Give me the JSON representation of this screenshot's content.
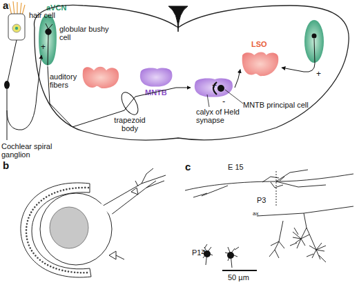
{
  "diagram": {
    "nodes": [
      {
        "text": [
          "aVCN"
        ]
      },
      {
        "text": [
          "MNTB"
        ]
      },
      {
        "text": [
          "LSO"
        ]
      },
      {
        "text": [
          "calyx of Held synapse"
        ]
      }
    ],
    "edges": [
      {
        "from": 0,
        "to": 3,
        "arrow": "to"
      },
      {
        "from": 3,
        "to": 2,
        "arrow": "to"
      }
    ],
    "labels": [
      "a",
      "hair cell",
      "globular bushy cell",
      "+",
      "auditory fibers",
      "Cochlear spiral ganglion",
      "trapezoid body",
      "+",
      "-",
      "MNTB principal cell",
      "+",
      "b",
      "c",
      "E 15",
      "P3",
      "ax",
      "P14",
      "50 µm"
    ]
  }
}
